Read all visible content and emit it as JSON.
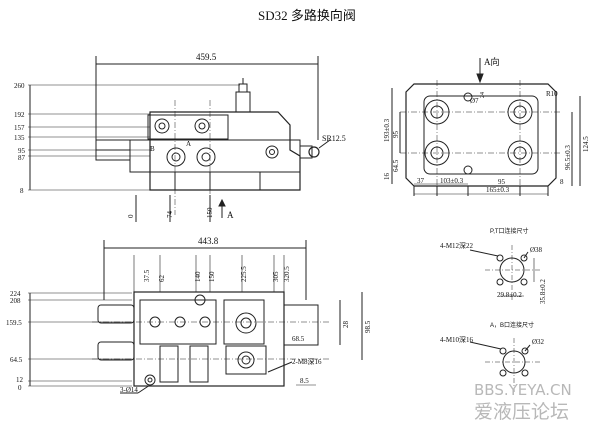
{
  "title": "SD32 多路换向阀",
  "front": {
    "top_width": "459.5",
    "left_heights": [
      "260",
      "192",
      "157",
      "135",
      "95",
      "87",
      "8"
    ],
    "sr": "SR12.5",
    "bottom": [
      "0",
      "74",
      "150"
    ],
    "section_mark": "A",
    "port_a": "A",
    "port_b": "B"
  },
  "side": {
    "direction": "A向",
    "r": "R10",
    "phi": "Ø7",
    "d24": "24",
    "left_dims": [
      "193±0.3",
      "95",
      "64.5",
      "16"
    ],
    "right_dims": [
      "96.5±0.3",
      "124.5",
      "8"
    ],
    "bottom_dims": [
      "37",
      "103±0.3",
      "95",
      "165±0.3"
    ]
  },
  "bottom_view": {
    "top_width": "443.8",
    "top_dims": [
      "37.5",
      "62",
      "140",
      "150",
      "225.5",
      "305",
      "320.5"
    ],
    "left_dims": [
      "224",
      "208",
      "159.5",
      "64.5",
      "12",
      "0"
    ],
    "right_dims": [
      "28",
      "98.5",
      "68.5"
    ],
    "holes_note": "2-M8深16",
    "bottom_note": "3-Ø14",
    "small_dim": "8.5"
  },
  "pt_detail": {
    "label": "P,T口连接尺寸",
    "thread": "4-M12深22",
    "bore": "Ø38",
    "dim1": "29.8±0.2",
    "dim2": "35.8±0.2"
  },
  "ab_detail": {
    "label": "A，B口连接尺寸",
    "thread": "4-M10深16",
    "bore": "Ø32"
  },
  "watermark": {
    "url": "BBS.YEYA.CN",
    "text": "爱液压论坛"
  }
}
